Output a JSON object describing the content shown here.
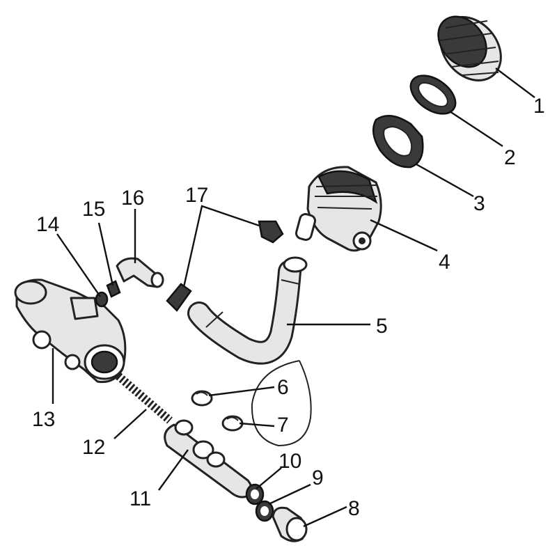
{
  "diagram": {
    "callouts": [
      {
        "id": 1,
        "label": "1"
      },
      {
        "id": 2,
        "label": "2"
      },
      {
        "id": 3,
        "label": "3"
      },
      {
        "id": 4,
        "label": "4"
      },
      {
        "id": 5,
        "label": "5"
      },
      {
        "id": 6,
        "label": "6"
      },
      {
        "id": 7,
        "label": "7"
      },
      {
        "id": 8,
        "label": "8"
      },
      {
        "id": 9,
        "label": "9"
      },
      {
        "id": 10,
        "label": "10"
      },
      {
        "id": 11,
        "label": "11"
      },
      {
        "id": 12,
        "label": "12"
      },
      {
        "id": 13,
        "label": "13"
      },
      {
        "id": 14,
        "label": "14"
      },
      {
        "id": 15,
        "label": "15"
      },
      {
        "id": 16,
        "label": "16"
      },
      {
        "id": 17,
        "label": "17"
      }
    ]
  }
}
